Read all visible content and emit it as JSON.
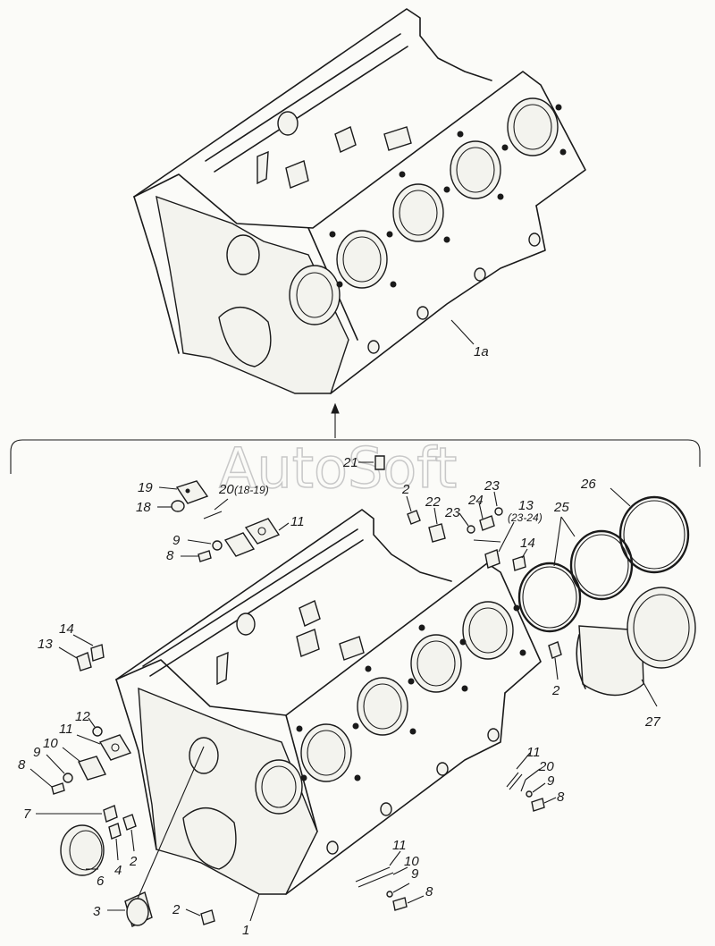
{
  "watermark": "AutoSoft",
  "callouts": {
    "top_block": "1а",
    "p1": "1",
    "p2a": "2",
    "p2b": "2",
    "p2c": "2",
    "p2d": "2",
    "p3": "3",
    "p4": "4",
    "p6": "6",
    "p7": "7",
    "p8a": "8",
    "p8b": "8",
    "p8c": "8",
    "p8d": "8",
    "p9a": "9",
    "p9b": "9",
    "p9c": "9",
    "p9d": "9",
    "p10a": "10",
    "p10b": "10",
    "p11a": "11",
    "p11b": "11",
    "p11c": "11",
    "p11d": "11",
    "p12": "12",
    "p13a": "13",
    "p13b": "13",
    "p13b_sub": "(23-24)",
    "p14a": "14",
    "p14b": "14",
    "p18": "18",
    "p19": "19",
    "p20a": "20",
    "p20a_sub": "(18-19)",
    "p20b": "20",
    "p21": "21",
    "p22": "22",
    "p23a": "23",
    "p23b": "23",
    "p24": "24",
    "p25": "25",
    "p26": "26",
    "p27": "27"
  }
}
